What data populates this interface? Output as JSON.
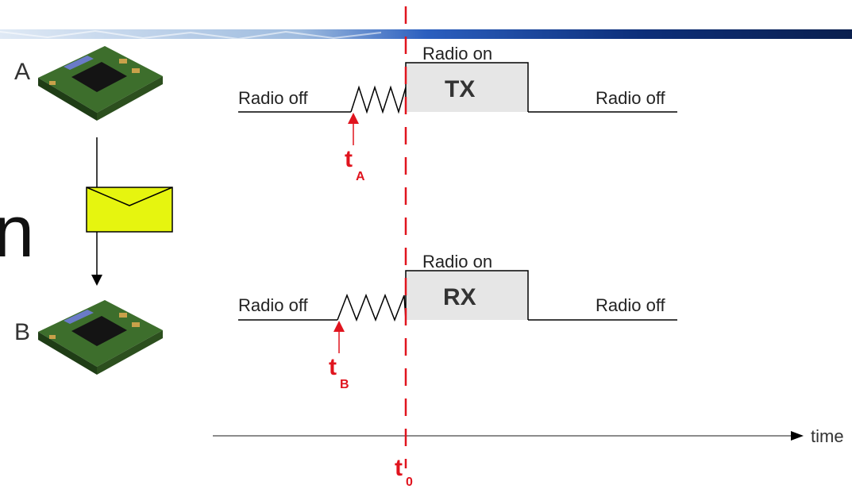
{
  "nodes": {
    "a_label": "A",
    "b_label": "B",
    "partial_title_letter": "n"
  },
  "timeline_a": {
    "left_label": "Radio off",
    "top_label": "Radio on",
    "box_label": "TX",
    "right_label": "Radio off",
    "marker_main": "t",
    "marker_sub": "A"
  },
  "timeline_b": {
    "left_label": "Radio off",
    "top_label": "Radio on",
    "box_label": "RX",
    "right_label": "Radio off",
    "marker_main": "t",
    "marker_sub": "B"
  },
  "axis": {
    "label": "time",
    "sync_main": "t",
    "sync_sub": "0"
  },
  "colors": {
    "marker_red": "#e0141e",
    "envelope_fill": "#e6f50f",
    "box_fill": "#e6e6e6",
    "banner_blue": "#1c4aa8"
  }
}
